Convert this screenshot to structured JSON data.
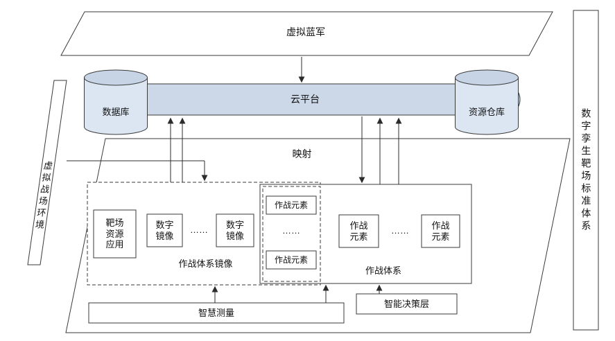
{
  "labels": {
    "top_banner": "虚拟蓝军",
    "cloud_platform": "云平台",
    "database": "数据库",
    "resource_warehouse": "资源仓库",
    "left_panel": "虚拟战场环境",
    "right_panel": "数字孪生靶场标准体系",
    "mapping": "映射",
    "mirror_group_label": "作战体系镜像",
    "range_resource_app": "靶场\n资源\n应用",
    "digital_mirror_1": "数字\n镜像",
    "mirror_dots": "……",
    "digital_mirror_2": "数字\n镜像",
    "stack_element_1": "作战元素",
    "stack_dots": "……",
    "stack_element_2": "作战元素",
    "combat_element_1": "作战\n元素",
    "combat_dots": "……",
    "combat_element_2": "作战\n元素",
    "combat_group_label": "作战体系",
    "smart_measure": "智慧测量",
    "decision_layer": "智能决策层"
  },
  "colors": {
    "bar_fill": "#ccd8e8",
    "cylinder_fill": "#dce6f2",
    "cylinder_top_fill": "#c6d4e6",
    "stroke": "#3a3a3a"
  }
}
